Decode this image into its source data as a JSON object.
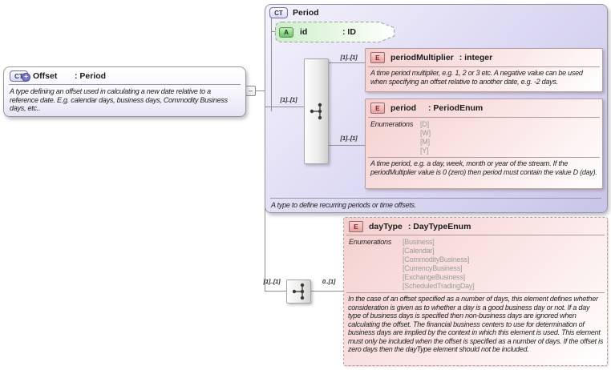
{
  "diagram": {
    "offset": {
      "kind_icon": "CT",
      "plus_badge": "+",
      "name": "Offset",
      "type": ": Period",
      "description": "A type defining an offset used in calculating a new date relative to a reference date. E.g. calendar days, business days, Commodity Business days, etc.."
    },
    "period": {
      "kind_icon": "CT",
      "name": "Period",
      "footer": "A type to define recurring periods or time offsets.",
      "attribute_id": {
        "kind_icon": "A",
        "name": "id",
        "type": ": ID"
      },
      "period_multiplier": {
        "kind_icon": "E",
        "name": "periodMultiplier",
        "type": ": integer",
        "description": "A time period multiplier, e.g. 1, 2 or 3 etc. A negative value can be used when specifying an offset relative to another date, e.g. -2 days."
      },
      "period_element": {
        "kind_icon": "E",
        "name": "period",
        "type": ": PeriodEnum",
        "enumerations_label": "Enumerations",
        "enumerations": [
          "[D]",
          "[W]",
          "[M]",
          "[Y]"
        ],
        "description": "A time period, e.g. a day, week, month or year of the stream. If the periodMultiplier value is 0 (zero) then period must contain the value D (day)."
      }
    },
    "day_type": {
      "kind_icon": "E",
      "name": "dayType",
      "type": ": DayTypeEnum",
      "enumerations_label": "Enumerations",
      "enumerations": [
        "[Business]",
        "[Calendar]",
        "[CommodityBusiness]",
        "[CurrencyBusiness]",
        "[ExchangeBusiness]",
        "[ScheduledTradingDay]"
      ],
      "description": "In the case of an offset specified as a number of days, this element defines whether consideration is given as to whether a day is a good business day or not. If a day type of business days is specified then non-business days are ignored when calculating the offset. The financial business centers to use for determination of business days are implied by the context in which this element is used. This element must only be included when the offset is specified as a number of days. If the offset is zero days then the dayType element should not be included."
    },
    "cardinalities": {
      "sequence": "[1]..[1]",
      "period_multiplier": "[1]..[1]",
      "period": "[1]..[1]",
      "day_type_left": "[1]..[1]",
      "day_type_right": "0..[1]"
    },
    "icons": {
      "collapse": "–"
    },
    "colors": {
      "lavender": "#c9c5ea",
      "pink": "#f5cfcf",
      "green": "#cdeec9"
    }
  }
}
